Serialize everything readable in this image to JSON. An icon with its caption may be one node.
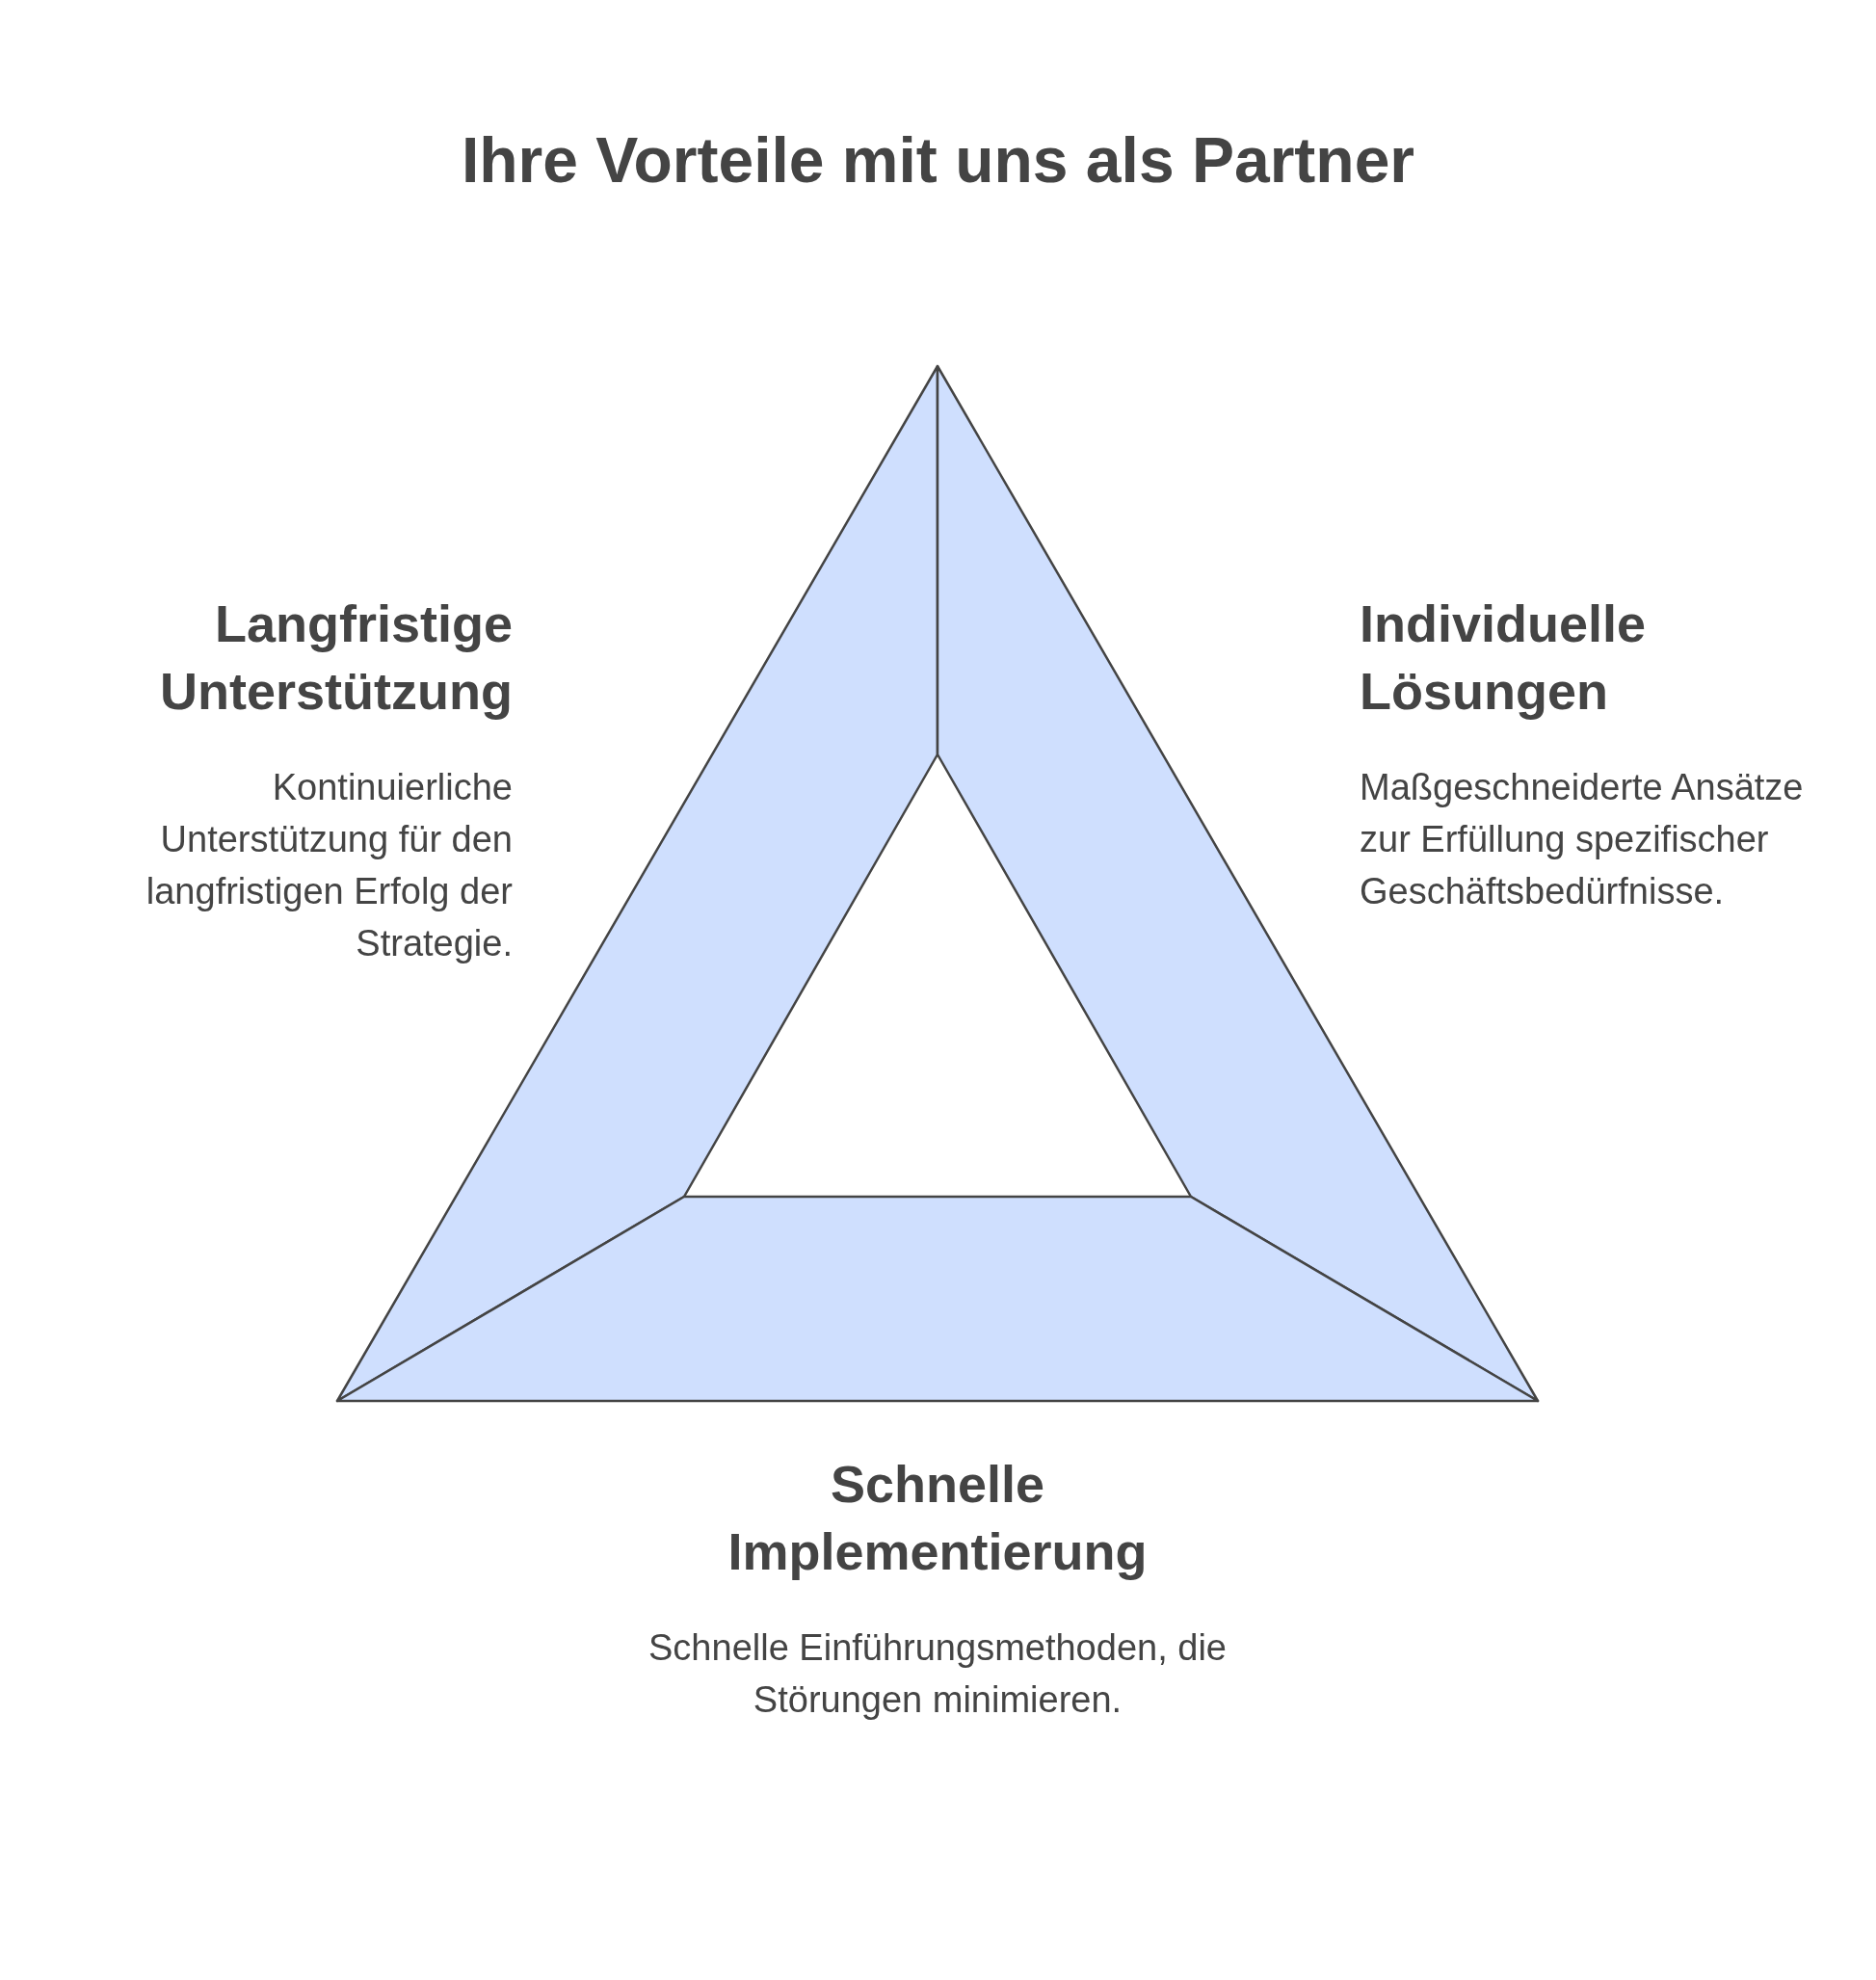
{
  "diagram": {
    "title": "Ihre Vorteile mit uns als Partner",
    "nodes": [
      {
        "text": [
          "Langfristige Unterstützung",
          "Kontinuierliche Unterstützung für den langfristigen Erfolg der Strategie."
        ]
      },
      {
        "text": [
          "Individuelle Lösungen",
          "Maßgeschneiderte Ansätze zur Erfüllung spezifischer Geschäftsbedürfnisse."
        ]
      },
      {
        "text": [
          "Schnelle Implementierung",
          "Schnelle Einführungsmethoden, die Störungen minimieren."
        ]
      }
    ]
  }
}
